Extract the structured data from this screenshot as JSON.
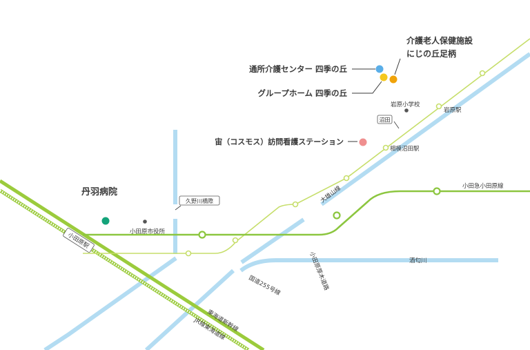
{
  "colors": {
    "road": "#b3dcf2",
    "rail_light": "#c6de6a",
    "rail_dark": "#8cc63f",
    "shinkansen": "#9bcb3c",
    "text": "#3a3a3a",
    "facility_blue": "#5aaee8",
    "facility_yellow": "#f5c81e",
    "facility_orange": "#f0a30a",
    "facility_pink": "#ef8f8f",
    "hospital_green": "#14a37a",
    "landmark_dot": "#555555"
  },
  "facilities": {
    "tsusho": "通所介護センター 四季の丘",
    "group_home": "グループホーム 四季の丘",
    "roujin_line1": "介護老人保健施設",
    "roujin_line2": "にじの丘足柄",
    "cosmos": "宙（コスモス）訪問看護ステーション",
    "hospital": "丹羽病院"
  },
  "landmarks": {
    "city_hall": "小田原市役所",
    "iwahara_school": "岩原小学校"
  },
  "stations": {
    "odawara": "小田原駅",
    "iwahara": "岩原駅",
    "sagami_numata": "相模沼田駅",
    "numata": "沼田",
    "kuno_bridge": "久野川橋際"
  },
  "lines": {
    "daiyuzan": "大雄山線",
    "odakyu": "小田急小田原線",
    "tokaido_shinkansen": "東海道新幹線",
    "jr_tokaido": "JR線東海道線"
  },
  "roads": {
    "route255": "国道255号線",
    "atsugi_road": "小田原厚木道路",
    "sakawa_river": "酒匂川"
  }
}
